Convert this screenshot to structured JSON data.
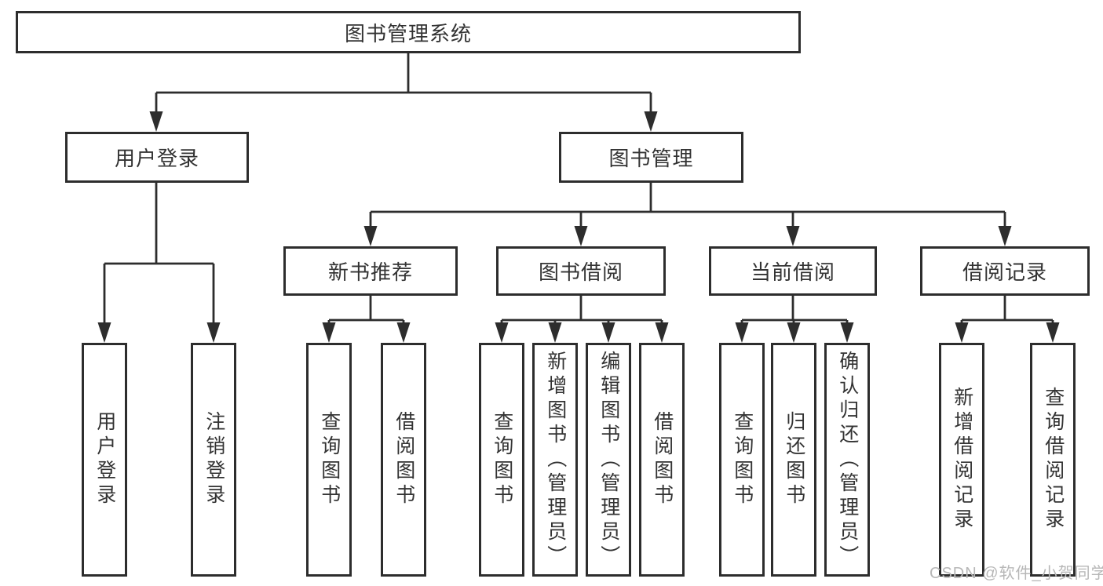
{
  "colors": {
    "line": "#2d2d2d",
    "box_border": "#2d2d2d",
    "box_background": "#ffffff",
    "label_text": "#333333",
    "watermark_text": "#b7b7b7",
    "page_background": "#ffffff"
  },
  "root": {
    "label": "图书管理系统"
  },
  "branches": {
    "user_login": {
      "label": "用户登录",
      "children": {
        "login": {
          "label": "用户登录"
        },
        "logout": {
          "label": "注销登录"
        }
      }
    },
    "book_management": {
      "label": "图书管理",
      "children": {
        "new_book_recommend": {
          "label": "新书推荐",
          "children": {
            "query_book": {
              "label": "查询图书"
            },
            "borrow_book": {
              "label": "借阅图书"
            }
          }
        },
        "book_borrowing": {
          "label": "图书借阅",
          "children": {
            "query_book": {
              "label": "查询图书"
            },
            "add_book": {
              "label": "新增图书（管理员）"
            },
            "edit_book": {
              "label": "编辑图书（管理员）"
            },
            "borrow_book": {
              "label": "借阅图书"
            }
          }
        },
        "current_borrowing": {
          "label": "当前借阅",
          "children": {
            "query_book": {
              "label": "查询图书"
            },
            "return_book": {
              "label": "归还图书"
            },
            "confirm_return": {
              "label": "确认归还（管理员）"
            }
          }
        },
        "borrow_records": {
          "label": "借阅记录",
          "children": {
            "add_record": {
              "label": "新增借阅记录"
            },
            "query_record": {
              "label": "查询借阅记录"
            }
          }
        }
      }
    }
  },
  "watermark": {
    "text": "CSDN @软件_小贺同学"
  }
}
